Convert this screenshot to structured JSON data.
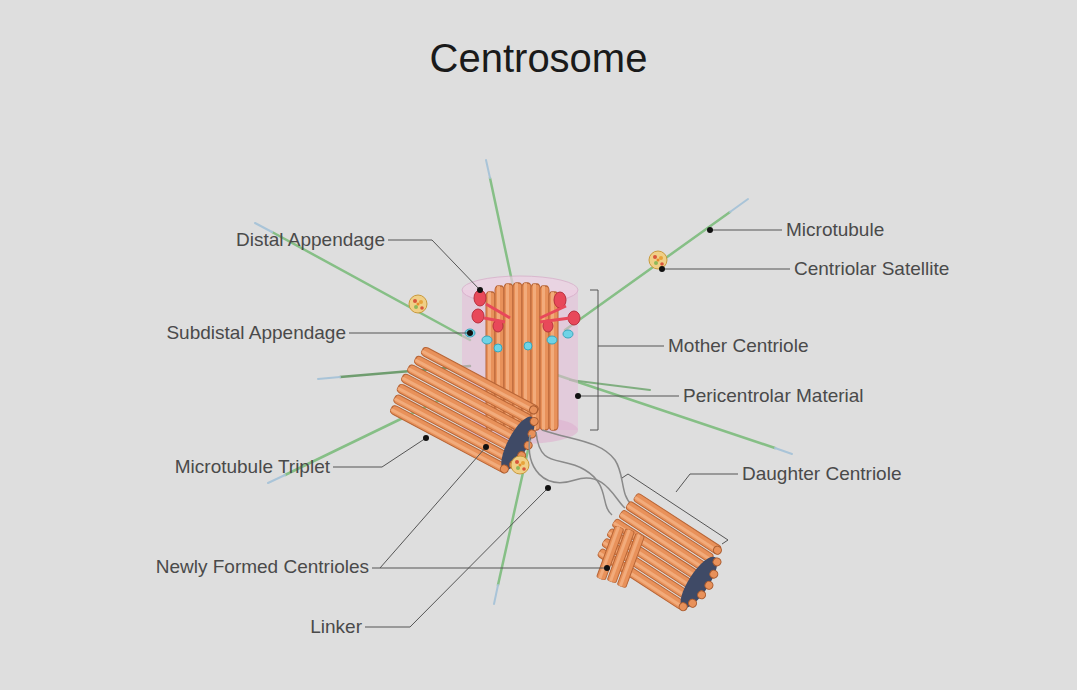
{
  "diagram": {
    "title": "Centrosome",
    "labels": [
      "Microtubule",
      "Distal Appendage",
      "Centriolar Satellite",
      "Subdistal Appendage",
      "Mother Centriole",
      "Pericentrolar Material",
      "Microtubule Triplet",
      "Daughter Centriole",
      "Newly Formed Centrioles",
      "Linker"
    ]
  }
}
